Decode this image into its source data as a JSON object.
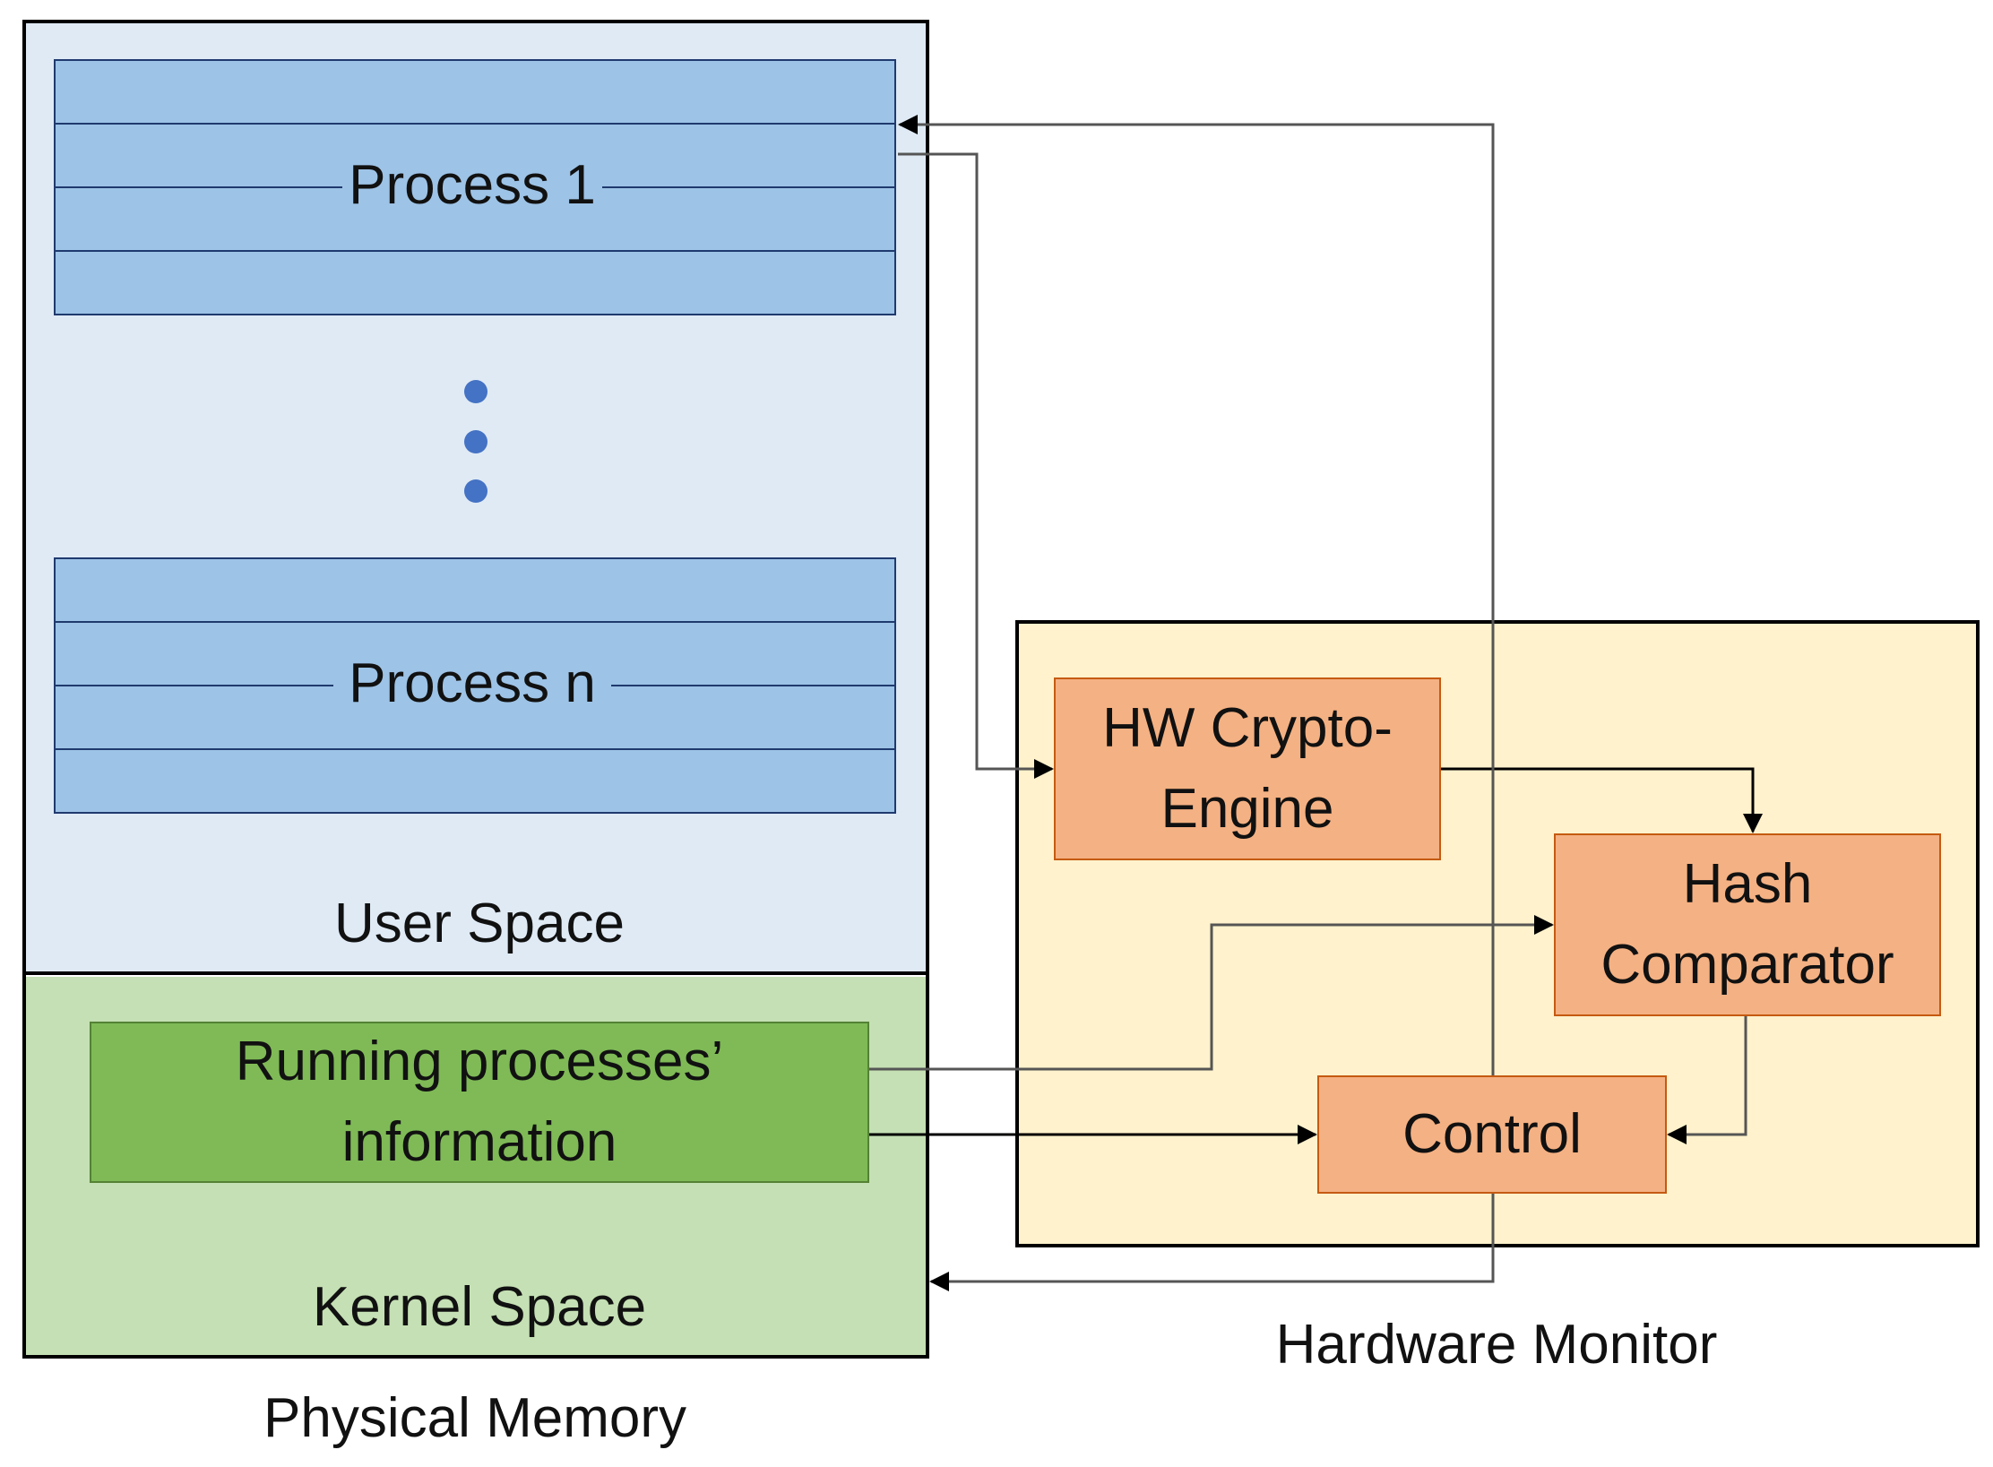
{
  "physical_memory": {
    "label": "Physical Memory",
    "user_space": {
      "label": "User Space",
      "processes": [
        {
          "label": "Process 1"
        },
        {
          "label": "Process n"
        }
      ]
    },
    "kernel_space": {
      "label": "Kernel Space",
      "running_info": {
        "label": "Running processes’\ninformation"
      }
    }
  },
  "hardware_monitor": {
    "label": "Hardware Monitor",
    "crypto_engine": {
      "label": "HW Crypto-\nEngine"
    },
    "hash_comparator": {
      "label": "Hash\nComparator"
    },
    "control": {
      "label": "Control"
    }
  },
  "colors": {
    "user_space_bg": "#dfeaf5",
    "process_fill": "#9dc3e6",
    "process_line": "#1f3a6e",
    "ellipsis_dot": "#4472c4",
    "kernel_space_bg": "#c5e0b4",
    "running_info_fill": "#7fba56",
    "running_info_border": "#548235",
    "monitor_bg": "#fff2cc",
    "engine_fill": "#f4b183",
    "engine_border": "#c55a11",
    "connector": "#666666",
    "arrow": "#000000"
  }
}
